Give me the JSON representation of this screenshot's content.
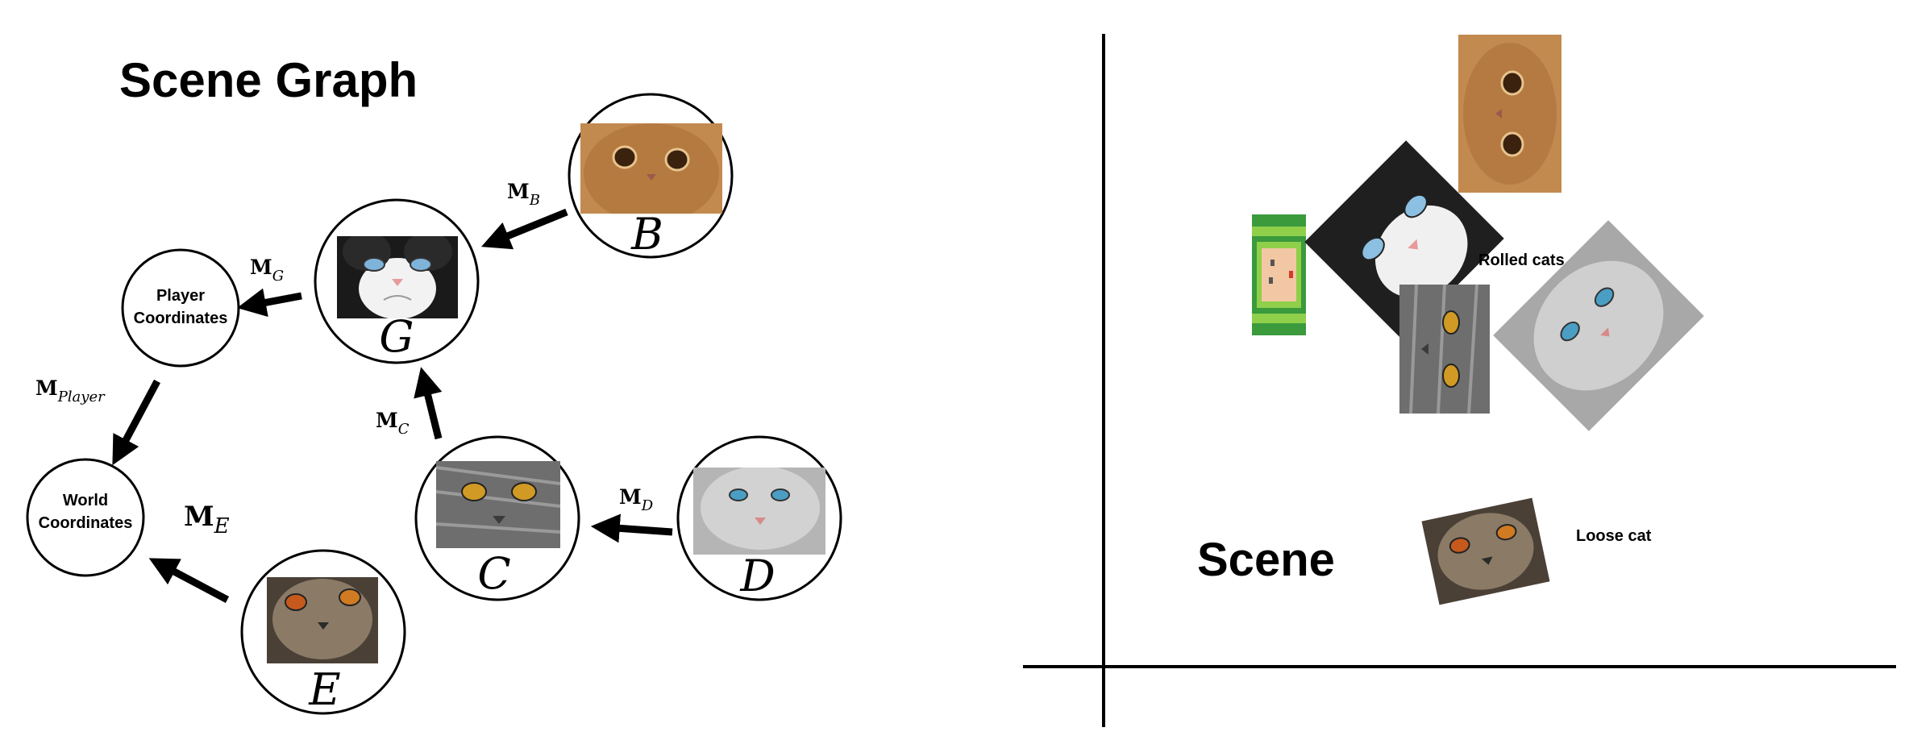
{
  "scene_graph": {
    "title": "Scene Graph",
    "nodes": {
      "world": {
        "line1": "World",
        "line2": "Coordinates"
      },
      "player": {
        "line1": "Player",
        "line2": "Coordinates"
      },
      "G": {
        "letter": "G",
        "photo": "black-and-white cat, blue eyes"
      },
      "B": {
        "letter": "B",
        "photo": "orange persian cat"
      },
      "C": {
        "letter": "C",
        "photo": "grey tabby cat, amber eyes"
      },
      "D": {
        "letter": "D",
        "photo": "grey fluffy cat, blue eyes"
      },
      "E": {
        "letter": "E",
        "photo": "brown tabby cat, orange eyes"
      }
    },
    "edges": {
      "B": {
        "base": "M",
        "sub": "B"
      },
      "G": {
        "base": "M",
        "sub": "G"
      },
      "C": {
        "base": "M",
        "sub": "C"
      },
      "D": {
        "base": "M",
        "sub": "D"
      },
      "E": {
        "base": "M",
        "sub": "E"
      },
      "player": {
        "base": "M",
        "sub": "Player"
      }
    }
  },
  "scene": {
    "title": "Scene",
    "rolled_label": "Rolled cats",
    "loose_label": "Loose cat"
  },
  "colors": {
    "ink": "#000000",
    "sprite_green_dark": "#3a9a3c",
    "sprite_green_light": "#8fcf4a",
    "sprite_face": "#f2c7a3"
  }
}
